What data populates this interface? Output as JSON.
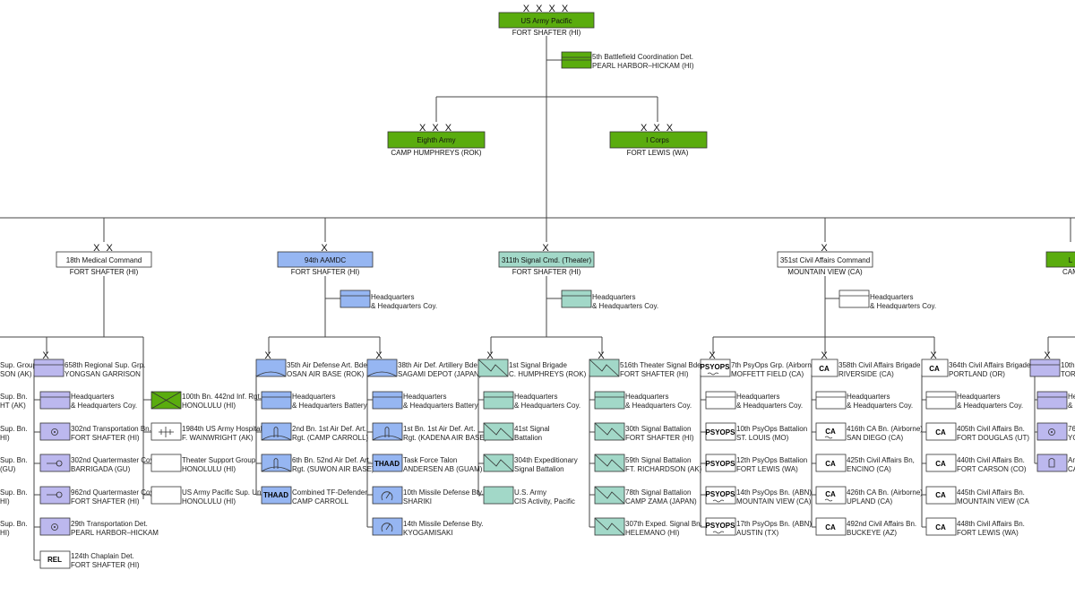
{
  "colors": {
    "green": "#5aac0e",
    "blue": "#96b6f2",
    "teal": "#a2d8c8",
    "purple": "#bcb8ee",
    "white": "#ffffff"
  },
  "top": {
    "echelon": "X X X X",
    "name": "US Army Pacific",
    "loc": "FORT SHAFTER (HI)"
  },
  "bcd": {
    "name": "5th Battlefield Coordination Det.",
    "loc": "PEARL HARBOR–HICKAM (HI)"
  },
  "armies": [
    {
      "echelon": "X X X",
      "name": "Eighth Army",
      "loc": "CAMP HUMPHREYS (ROK)"
    },
    {
      "echelon": "X X X",
      "name": "I Corps",
      "loc": "FORT LEWIS (WA)"
    }
  ],
  "commands": [
    {
      "echelon": "X X",
      "name": "18th Medical Command",
      "loc": "FORT SHAFTER (HI)"
    },
    {
      "echelon": "X",
      "name": "94th AAMDC",
      "loc": "FORT SHAFTER (HI)"
    },
    {
      "echelon": "X",
      "name": "311th Signal Cmd. (Theater)",
      "loc": "FORT SHAFTER (HI)"
    },
    {
      "echelon": "X",
      "name": "351st Civil Affairs Command",
      "loc": "MOUNTAIN VIEW (CA)"
    },
    {
      "echelon": "",
      "name": "L",
      "loc": "CAM"
    }
  ],
  "hq_commands": [
    {
      "l1": "Headquarters",
      "l2": "& Headquarters Coy."
    },
    {
      "l1": "Headquarters",
      "l2": "& Headquarters Coy."
    },
    {
      "l1": "Headquarters",
      "l2": "& Headquarters Coy."
    }
  ],
  "medical": {
    "edge": [
      {
        "l1": "Sup. Group",
        "l2": "SON (AK)"
      },
      {
        "l1": "Sup. Bn.",
        "l2": "HT (AK)"
      },
      {
        "l1": "Sup. Bn.",
        "l2": "HI)"
      },
      {
        "l1": "Sup. Bn.",
        "l2": "(GU)"
      },
      {
        "l1": "Sup. Bn.",
        "l2": "HI)"
      },
      {
        "l1": "Sup. Bn.",
        "l2": "HI)"
      }
    ],
    "col": [
      {
        "echelon": "X",
        "l1": "658th Regional Sup. Grp.",
        "l2": "YONGSAN GARRISON"
      },
      {
        "l1": "Headquarters",
        "l2": "& Headquarters Coy."
      },
      {
        "l1": "302nd Transportation Bn.",
        "l2": "FORT SHAFTER (HI)"
      },
      {
        "l1": "302nd Quartermaster Coy.",
        "l2": "BARRIGADA (GU)"
      },
      {
        "l1": "962nd Quartermaster Coy.",
        "l2": "FORT SHAFTER (HI)"
      },
      {
        "l1": "29th Transportation Det.",
        "l2": "PEARL HARBOR–HICKAM"
      },
      {
        "symbol": "REL",
        "l1": "124th Chaplain Det.",
        "l2": "FORT SHAFTER (HI)"
      }
    ],
    "col2": [
      {
        "l1": "100th Bn. 442nd Inf. Rgt.",
        "l2": "HONOLULU (HI)"
      },
      {
        "l1": "1984th US Army Hospital",
        "l2": "F. WAINWRIGHT (AK)"
      },
      {
        "l1": "Theater Support Group",
        "l2": "HONOLULU (HI)"
      },
      {
        "l1": "US Army Pacific Sup. Unit",
        "l2": "HONOLULU (HI)"
      }
    ]
  },
  "ad": {
    "col1": [
      {
        "echelon": "X",
        "l1": "35th Air Defense Art. Bde.",
        "l2": "OSAN AIR BASE (ROK)"
      },
      {
        "l1": "Headquarters",
        "l2": "& Headquarters Battery"
      },
      {
        "l1": "2nd Bn. 1st Air Def. Art.",
        "l2": "Rgt. (CAMP CARROLL)"
      },
      {
        "l1": "6th Bn. 52nd Air Def. Art.",
        "l2": "Rgt. (SUWON AIR BASE)"
      },
      {
        "symbol": "THAAD",
        "l1": "Combined TF-Defender",
        "l2": "CAMP CARROLL"
      }
    ],
    "col2": [
      {
        "echelon": "X",
        "l1": "38th Air Def. Artillery Bde.",
        "l2": "SAGAMI DEPOT (JAPAN)"
      },
      {
        "l1": "Headquarters",
        "l2": "& Headquarters Battery"
      },
      {
        "l1": "1st Bn. 1st Air Def. Art.",
        "l2": "Rgt. (KADENA AIR BASE)"
      },
      {
        "symbol": "THAAD",
        "l1": "Task Force Talon",
        "l2": "ANDERSEN AB (GUAM)"
      },
      {
        "l1": "10th Missile Defense Bty.",
        "l2": "SHARIKI"
      },
      {
        "l1": "14th Missile Defense Bty.",
        "l2": "KYOGAMISAKI"
      }
    ]
  },
  "signal": {
    "col1": [
      {
        "echelon": "X",
        "l1": "1st Signal Brigade",
        "l2": "C. HUMPHREYS (ROK)"
      },
      {
        "l1": "Headquarters",
        "l2": "& Headquarters Coy."
      },
      {
        "l1": "41st Signal",
        "l2": "Battalion"
      },
      {
        "l1": "304th Expeditionary",
        "l2": "Signal Battalion"
      },
      {
        "l1": "U.S. Army",
        "l2": "CIS Activity, Pacific"
      }
    ],
    "col2": [
      {
        "echelon": "X",
        "l1": "516th Theater Signal Bde.",
        "l2": "FORT SHAFTER (HI)"
      },
      {
        "l1": "Headquarters",
        "l2": "& Headquarters Coy."
      },
      {
        "l1": "30th Signal Battalion",
        "l2": "FORT SHAFTER (HI)"
      },
      {
        "l1": "59th Signal Battalion",
        "l2": "FT. RICHARDSON (AK)"
      },
      {
        "l1": "78th Signal Battalion",
        "l2": "CAMP ZAMA (JAPAN)"
      },
      {
        "l1": "307th Exped. Signal Bn.",
        "l2": "HELEMANO (HI)"
      }
    ]
  },
  "ca": {
    "col1": [
      {
        "echelon": "X",
        "symbol": "PSYOPS",
        "l1": "7th PsyOps Grp. (Airborne)",
        "l2": "MOFFETT FIELD (CA)"
      },
      {
        "l1": "Headquarters",
        "l2": "& Headquarters Coy."
      },
      {
        "symbol": "PSYOPS",
        "l1": "10th PsyOps Battalion",
        "l2": "ST. LOUIS (MO)"
      },
      {
        "symbol": "PSYOPS",
        "l1": "12th PsyOps Battalion",
        "l2": "FORT LEWIS (WA)"
      },
      {
        "symbol": "PSYOPS",
        "l1": "14th PsyOps Bn. (ABN)",
        "l2": "MOUNTAIN VIEW (CA)"
      },
      {
        "symbol": "PSYOPS",
        "l1": "17th PsyOps Bn. (ABN)",
        "l2": "AUSTIN (TX)"
      }
    ],
    "col2": [
      {
        "echelon": "X",
        "symbol": "CA",
        "l1": "358th Civil Affairs Brigade",
        "l2": "RIVERSIDE (CA)"
      },
      {
        "l1": "Headquarters",
        "l2": "& Headquarters Coy."
      },
      {
        "symbol": "CA",
        "l1": "416th CA Bn. (Airborne)",
        "l2": "SAN DIEGO (CA)"
      },
      {
        "symbol": "CA",
        "l1": "425th Civil Affairs Bn,",
        "l2": "ENCINO (CA)"
      },
      {
        "symbol": "CA",
        "l1": "426th CA Bn. (Airborne)",
        "l2": "UPLAND (CA)"
      },
      {
        "symbol": "CA",
        "l1": "492nd Civil Affairs Bn.",
        "l2": "BUCKEYE (AZ)"
      }
    ],
    "col3": [
      {
        "echelon": "X",
        "symbol": "CA",
        "l1": "364th Civil Affairs Brigade",
        "l2": "PORTLAND (OR)"
      },
      {
        "l1": "Headquarters",
        "l2": "& Headquarters Coy."
      },
      {
        "symbol": "CA",
        "l1": "405th Civil Affairs Bn.",
        "l2": "FORT DOUGLAS (UT)"
      },
      {
        "symbol": "CA",
        "l1": "440th Civil Affairs Bn.",
        "l2": "FORT CARSON (CO)"
      },
      {
        "symbol": "CA",
        "l1": "445th Civil Affairs Bn.",
        "l2": "MOUNTAIN VIEW (CA"
      },
      {
        "symbol": "CA",
        "l1": "448th Civil Affairs Bn.",
        "l2": "FORT LEWIS (WA)"
      }
    ]
  },
  "right_edge": [
    {
      "echelon": "X",
      "l1": "10th",
      "l2": "TOR"
    },
    {
      "l1": "He",
      "l2": "& H"
    },
    {
      "l1": "76",
      "l2": "YO"
    },
    {
      "l1": "An",
      "l2": "CA"
    }
  ]
}
